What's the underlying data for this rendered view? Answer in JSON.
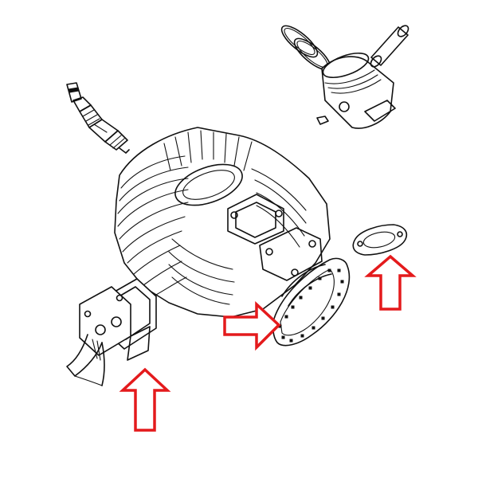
{
  "colors": {
    "background": "#ffffff",
    "line_art": "#111111",
    "arrow_outline": "#e41a1c"
  },
  "parts": [
    {
      "id": "spark-plug",
      "icon": "spark-plug-icon"
    },
    {
      "id": "piston-rings",
      "icon": "piston-ring-icon"
    },
    {
      "id": "piston",
      "icon": "piston-icon"
    },
    {
      "id": "piston-pin",
      "icon": "piston-pin-icon"
    },
    {
      "id": "cylinder-head",
      "icon": "finned-cylinder-icon"
    },
    {
      "id": "reed-valve",
      "icon": "reed-valve-icon"
    },
    {
      "id": "intake-gasket",
      "icon": "gasket-icon"
    },
    {
      "id": "exhaust-gasket",
      "icon": "gasket-icon"
    }
  ],
  "arrows": [
    {
      "id": "arrow-reed-valve",
      "direction": "up",
      "points_to": "reed-valve"
    },
    {
      "id": "arrow-intake-gasket",
      "direction": "right",
      "points_to": "intake-gasket"
    },
    {
      "id": "arrow-exhaust-gasket",
      "direction": "up",
      "points_to": "exhaust-gasket"
    }
  ]
}
